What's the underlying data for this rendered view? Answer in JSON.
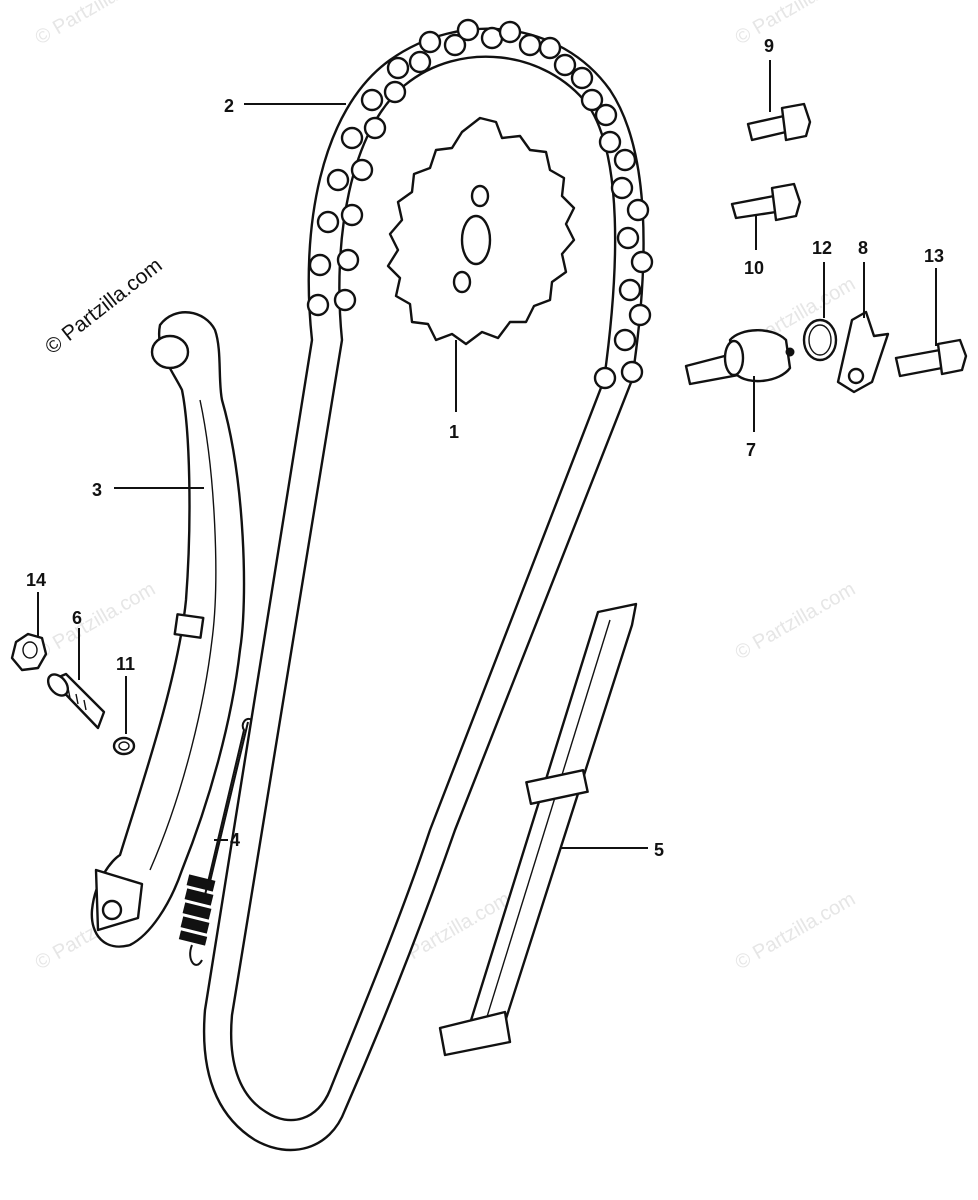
{
  "watermark": {
    "text": "© Partzilla.com",
    "color": "#e6e6e6"
  },
  "callouts": [
    "1",
    "2",
    "3",
    "4",
    "5",
    "6",
    "7",
    "8",
    "9",
    "10",
    "11",
    "12",
    "13",
    "14"
  ],
  "colors": {
    "ink": "#111111",
    "background": "#ffffff"
  }
}
